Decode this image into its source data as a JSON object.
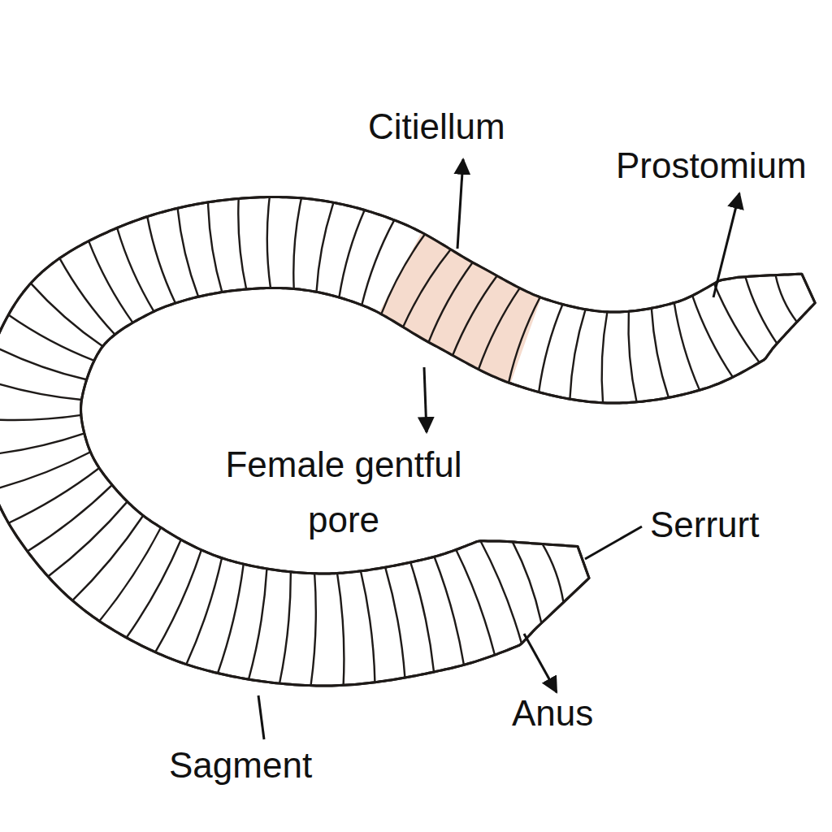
{
  "diagram": {
    "labels": [
      "Citiellum",
      "Prostomium",
      "Female gentful pore",
      "Serrurt",
      "Anus",
      "Sagment"
    ]
  }
}
